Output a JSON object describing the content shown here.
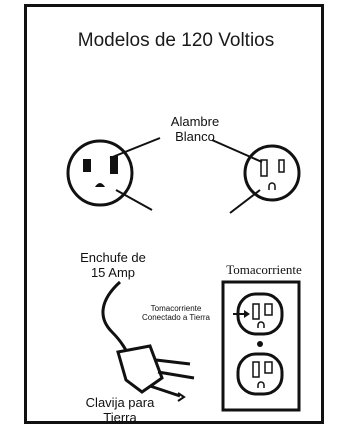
{
  "title": "Modelos de 120 Voltios",
  "labels": {
    "white_wire": [
      "Alambre",
      "Blanco"
    ],
    "plug": [
      "Enchufe de",
      "15 Amp"
    ],
    "receptacle": "Tomacorriente",
    "grounded_receptacle": [
      "Tomacorriente",
      "Conectado a Tierra"
    ],
    "ground_pin": [
      "Clavija para",
      "Tierra"
    ]
  }
}
